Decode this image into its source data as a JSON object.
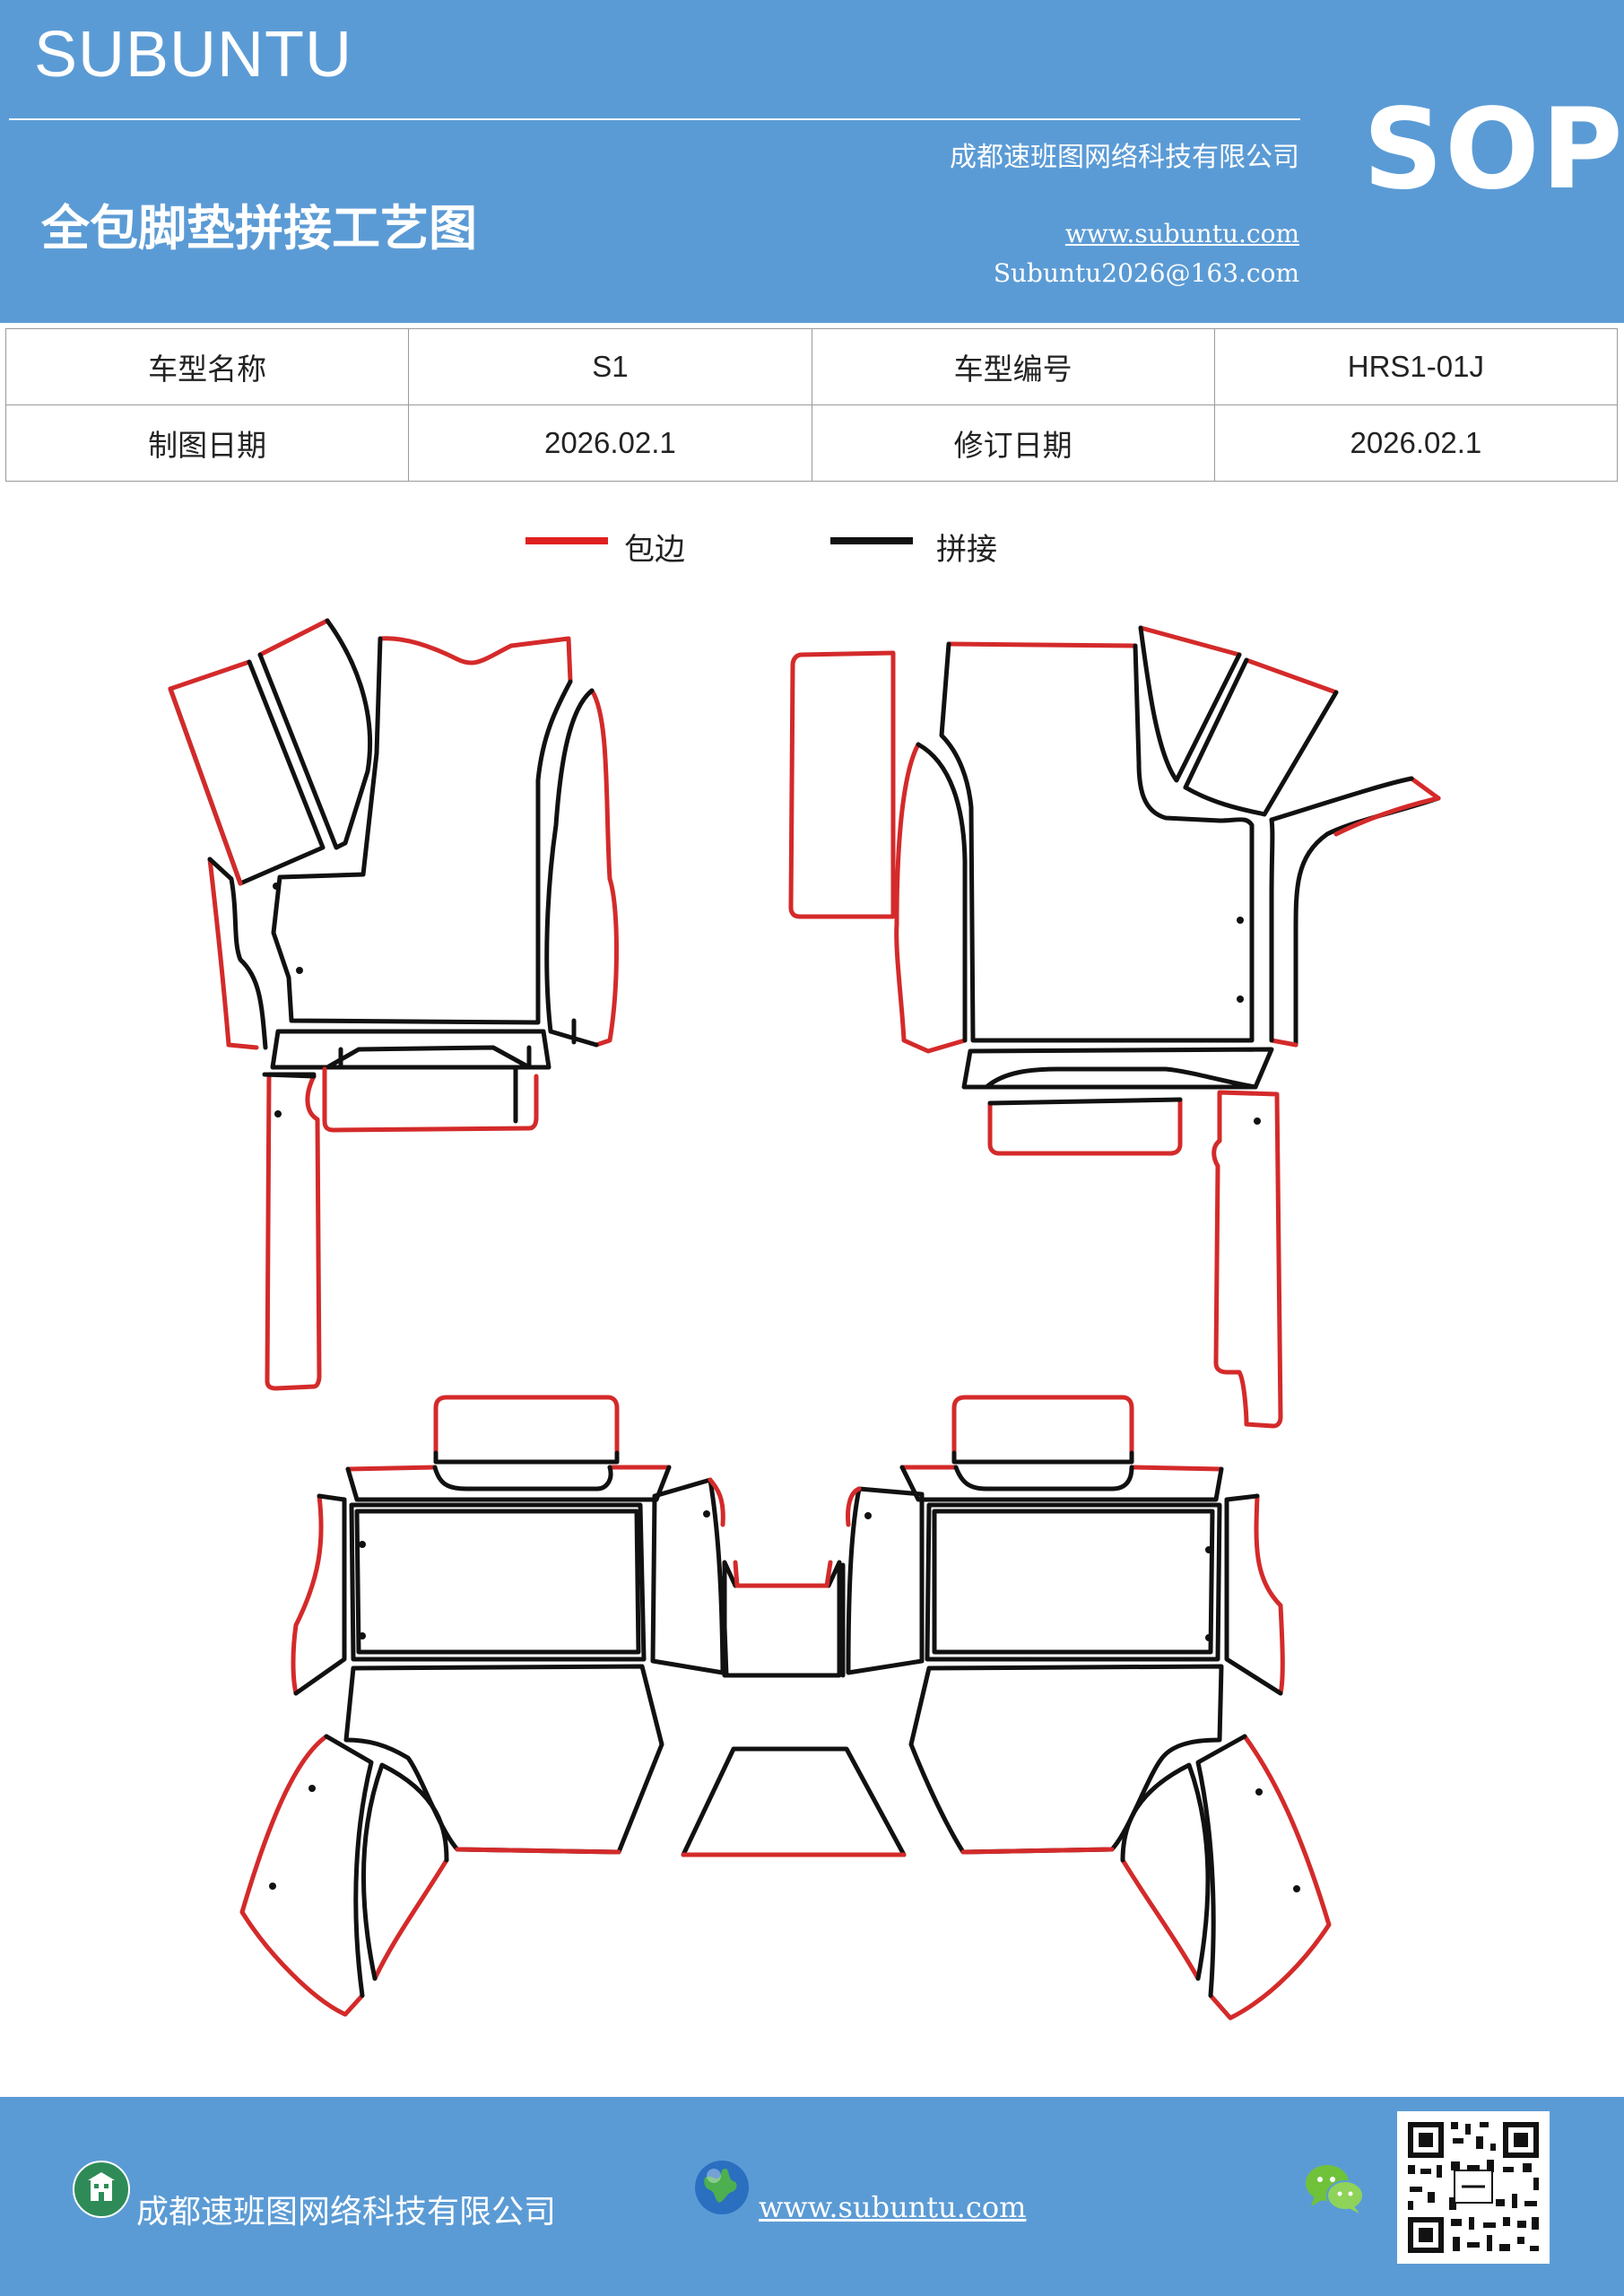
{
  "header": {
    "brand": "SUBUNTU",
    "company": "成都速班图网络科技有限公司",
    "title": "全包脚垫拼接工艺图",
    "website": "www.subuntu.com",
    "email": "Subuntu2026@163.com",
    "badge": "SOP"
  },
  "info": {
    "model_name_label": "车型名称",
    "model_name_value": "S1",
    "model_code_label": "车型编号",
    "model_code_value": "HRS1-01J",
    "draw_date_label": "制图日期",
    "draw_date_value": "2026.02.1",
    "revise_date_label": "修订日期",
    "revise_date_value": "2026.02.1"
  },
  "legend": [
    {
      "label": "包边",
      "color": "#e02020"
    },
    {
      "label": "拼接",
      "color": "#111111"
    }
  ],
  "footer": {
    "company": "成都速班图网络科技有限公司",
    "website": "www.subuntu.com"
  },
  "colors": {
    "brand_blue": "#5b9bd5",
    "edge_red": "#d42a2a",
    "seam_black": "#111111"
  },
  "icons": [
    "building-icon",
    "globe-icon",
    "wechat-icon",
    "qr-code"
  ]
}
